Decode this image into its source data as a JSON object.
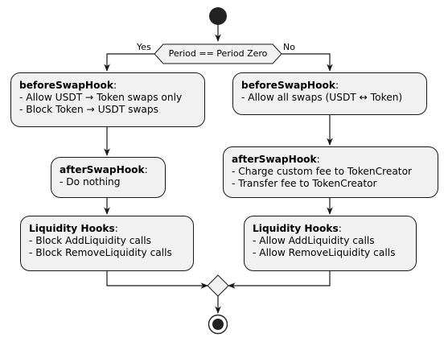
{
  "decision": {
    "label": "Period == Period Zero",
    "yes_label": "Yes",
    "no_label": "No"
  },
  "left_branch": {
    "before_swap": {
      "title": "beforeSwapHook",
      "colon": ":",
      "lines": [
        "- Allow USDT → Token swaps only",
        "- Block Token → USDT swaps"
      ]
    },
    "after_swap": {
      "title": "afterSwapHook",
      "colon": ":",
      "lines": [
        "- Do nothing"
      ]
    },
    "liquidity": {
      "title": "Liquidity Hooks",
      "colon": ":",
      "lines": [
        "- Block AddLiquidity calls",
        "- Block RemoveLiquidity calls"
      ]
    }
  },
  "right_branch": {
    "before_swap": {
      "title": "beforeSwapHook",
      "colon": ":",
      "lines": [
        "- Allow all swaps (USDT ↔ Token)"
      ]
    },
    "after_swap": {
      "title": "afterSwapHook",
      "colon": ":",
      "lines": [
        "- Charge custom fee to TokenCreator",
        "- Transfer fee to TokenCreator"
      ]
    },
    "liquidity": {
      "title": "Liquidity Hooks",
      "colon": ":",
      "lines": [
        "- Allow AddLiquidity calls",
        "- Allow RemoveLiquidity calls"
      ]
    }
  },
  "colors": {
    "node_fill": "#f1f1f1",
    "stroke": "#181818",
    "start_end": "#222222"
  }
}
